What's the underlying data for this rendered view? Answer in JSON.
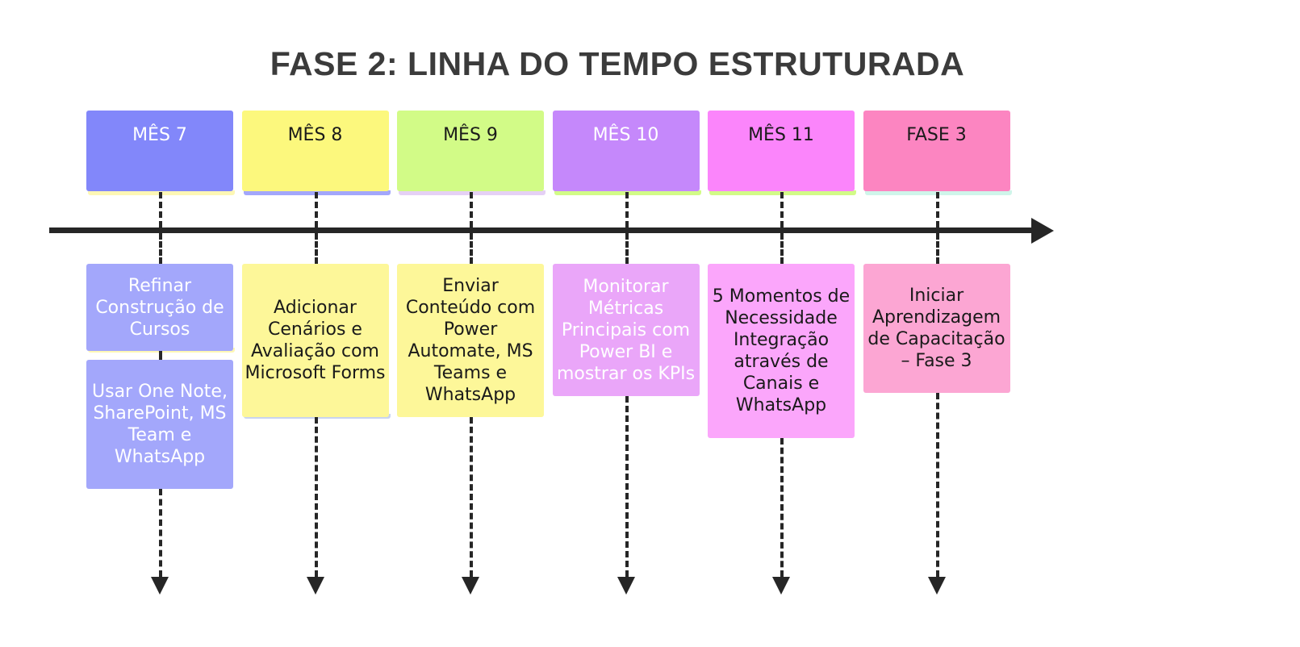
{
  "title": "FASE 2: LINHA DO TEMPO ESTRUTURADA",
  "axis": {
    "line_color": "#262626",
    "arrow_icon": "right-arrow-icon"
  },
  "colors": {
    "periwinkle": "#8287fa",
    "yellow": "#fcf87d",
    "green": "#d2fb87",
    "purple": "#c588fb",
    "magenta": "#fb85fb",
    "hotpink": "#fc85c1",
    "periwinkle_light": "#a3a7fb",
    "yellow_light": "#fdf799",
    "purple_light": "#eaa6f9",
    "magenta_light": "#fba6fb",
    "hotpink_light": "#fca6d3",
    "dark": "#3b3b3b"
  },
  "columns": [
    {
      "id": "mes-7",
      "header": "MÊS 7",
      "header_bg": "#8287fa",
      "header_text_color": "#ffffff",
      "shadow_color": "#fdf7b5",
      "tasks": [
        {
          "text": "Refinar Construção de Cursos",
          "bg": "#a3a7fb",
          "text_color": "#ffffff",
          "shadow_color": "#fdf7b5"
        },
        {
          "text": "Usar One Note, SharePoint, MS Team e WhatsApp",
          "bg": "#a3a7fb",
          "text_color": "#ffffff",
          "shadow_color": "#ffffff"
        }
      ]
    },
    {
      "id": "mes-8",
      "header": "MÊS 8",
      "header_bg": "#fcf87d",
      "header_text_color": "#1a1a1a",
      "shadow_color": "#a3a7fb",
      "tasks": [
        {
          "text": "Adicionar Cenários e Avaliação com Microsoft Forms",
          "bg": "#fdf799",
          "text_color": "#1a1a1a",
          "shadow_color": "#c9d4f0"
        }
      ]
    },
    {
      "id": "mes-9",
      "header": "MÊS 9",
      "header_bg": "#d2fb87",
      "header_text_color": "#1a1a1a",
      "shadow_color": "#e5d0f5",
      "tasks": [
        {
          "text": "Enviar Conteúdo com Power Automate, MS Teams e WhatsApp",
          "bg": "#fdf799",
          "text_color": "#1a1a1a",
          "shadow_color": "#ffffff"
        }
      ]
    },
    {
      "id": "mes-10",
      "header": "MÊS 10",
      "header_bg": "#c588fb",
      "header_text_color": "#ffffff",
      "shadow_color": "#d2fb87",
      "tasks": [
        {
          "text": "Monitorar Métricas Principais com Power BI e mostrar os KPIs",
          "bg": "#eaa6f9",
          "text_color": "#ffffff",
          "shadow_color": "#ffffff"
        }
      ]
    },
    {
      "id": "mes-11",
      "header": "MÊS 11",
      "header_bg": "#fb85fb",
      "header_text_color": "#1a1a1a",
      "shadow_color": "#d2fb87",
      "tasks": [
        {
          "text": "5 Momentos de Necessidade Integração através de Canais e WhatsApp",
          "bg": "#fba6fb",
          "text_color": "#1a1a1a",
          "shadow_color": "#ffffff"
        }
      ]
    },
    {
      "id": "fase-3",
      "header": "FASE 3",
      "header_bg": "#fc85c1",
      "header_text_color": "#1a1a1a",
      "shadow_color": "#cff5ea",
      "tasks": [
        {
          "text": "Iniciar Aprendizagem de Capacitação – Fase 3",
          "bg": "#fca6d3",
          "text_color": "#1a1a1a",
          "shadow_color": "#ffffff"
        }
      ]
    }
  ]
}
